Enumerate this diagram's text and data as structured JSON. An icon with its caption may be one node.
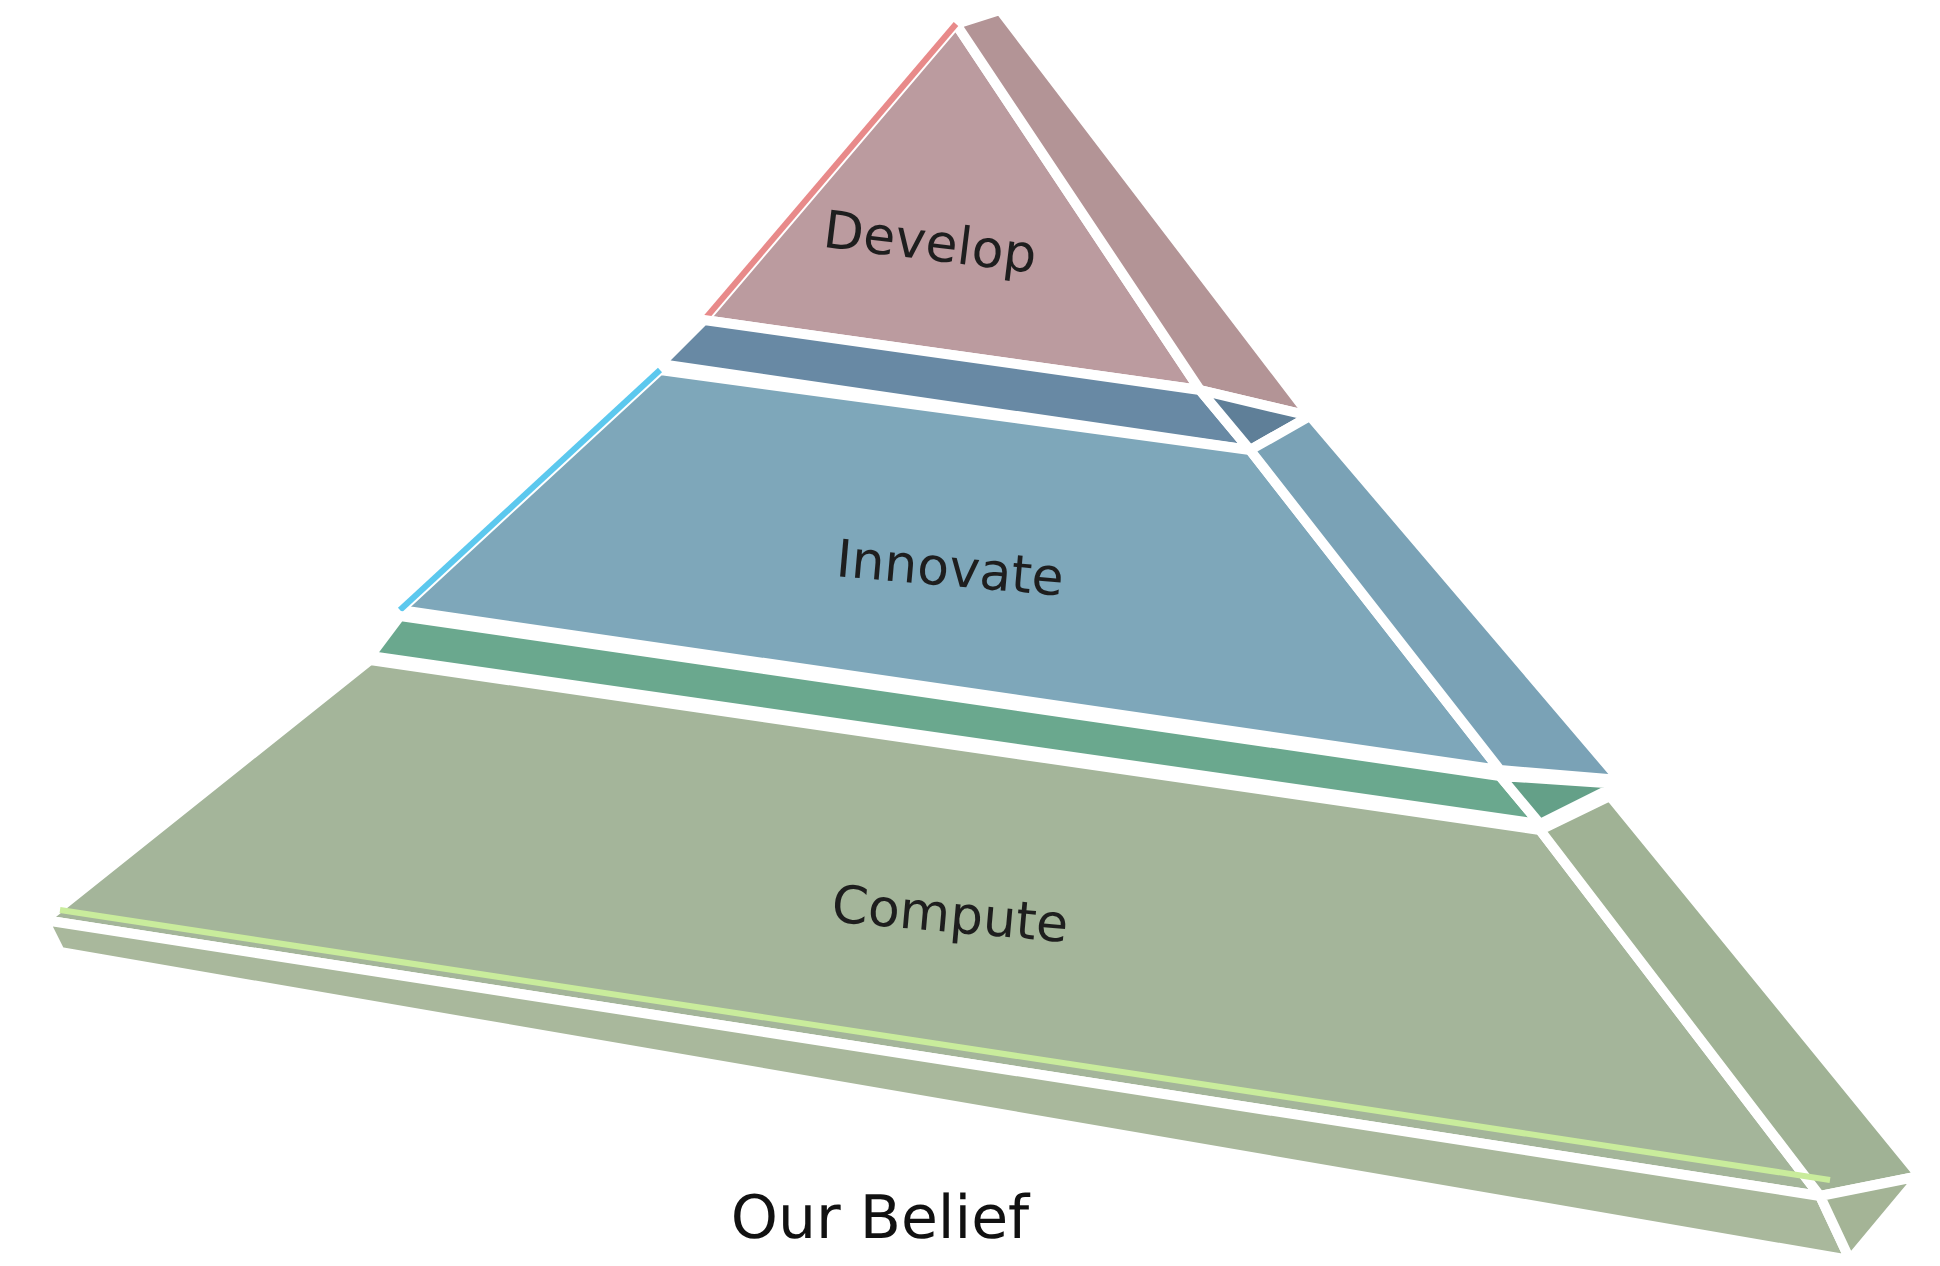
{
  "diagram": {
    "caption": "Our Belief",
    "nodes": [
      {
        "text": [
          "Develop"
        ]
      },
      {
        "text": [
          "Innovate"
        ]
      },
      {
        "text": [
          "Compute"
        ]
      }
    ]
  }
}
